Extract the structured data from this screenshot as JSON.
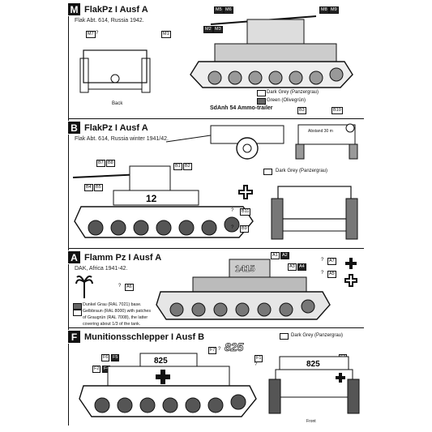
{
  "sections": {
    "m": {
      "letter": "M",
      "title": "FlakPz I Ausf A",
      "subtitle": "Flak Abt. 614, Russia 1942.",
      "tags": {
        "m7": "M7",
        "m1": "M1",
        "m5": "M5",
        "m6": "M6",
        "m8": "M8",
        "m9": "M9",
        "m2": "M2",
        "m3": "M3"
      },
      "caption_back": "Back",
      "legend": {
        "dark_grey": "Dark Grey (Panzergrau)",
        "green": "Green (Olivegrün)"
      }
    },
    "b": {
      "letter": "B",
      "title": "FlakPz I Ausf A",
      "subtitle": "Flak Abt. 614, Russia winter 1941/42.",
      "trailer_title": "SdAnh 54 Ammo-trailer",
      "tags": {
        "b3": "B3",
        "b10": "B10",
        "b7": "B7",
        "b8": "B8",
        "b1": "B1",
        "b2": "B2",
        "b4": "B4",
        "b5": "B5",
        "b11": "B11",
        "b9": "B9"
      },
      "plate_text": "Abstand 30 m",
      "turret_num": "12",
      "legend": {
        "dark_grey": "Dark Grey (Panzergrau)"
      }
    },
    "a": {
      "letter": "A",
      "title": "Flamm Pz I Ausf A",
      "subtitle": "DAK, Africa 1941-42.",
      "tags": {
        "a1": "A1",
        "a2": "A2",
        "a3": "A3",
        "a4": "A4",
        "a5": "A5",
        "a6": "A6",
        "a7": "A7"
      },
      "turret_num": "1415",
      "legend_lines": [
        "Dunkel Grau (RAL 7021) base.",
        "Gelbbraun (RAL 8000) with patches",
        "of Graugrün (RAL 7008), the latter",
        "covering about 1/3 of the tank."
      ]
    },
    "f": {
      "letter": "F",
      "title": "Munitionsschlepper I Ausf B",
      "tags": {
        "f6": "F6",
        "f5": "F5",
        "f2": "F2",
        "f4": "F4",
        "f7": "F7",
        "f1": "F1",
        "f3": "F3"
      },
      "number": "825",
      "caption_front": "Front",
      "legend": {
        "dark_grey": "Dark Grey (Panzergrau)"
      }
    }
  },
  "q": "?"
}
